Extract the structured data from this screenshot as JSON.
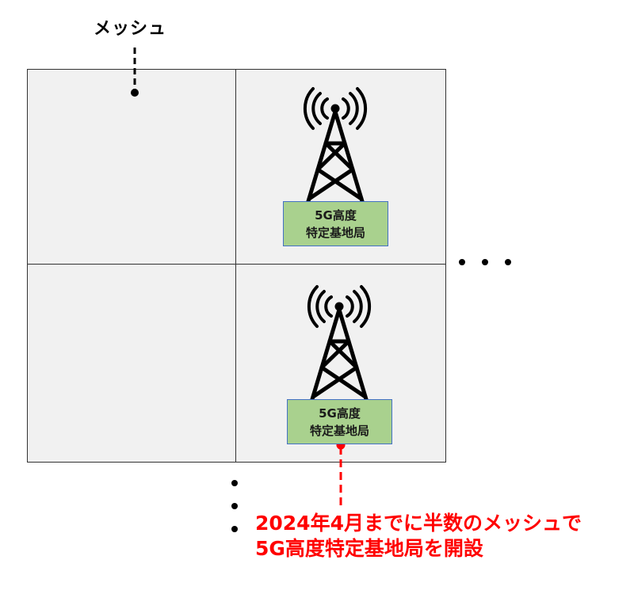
{
  "mesh_label": "メッシュ",
  "stations": [
    {
      "line1": "5G高度",
      "line2": "特定基地局"
    },
    {
      "line1": "5G高度",
      "line2": "特定基地局"
    }
  ],
  "annotation": {
    "line1": "2024年4月までに半数のメッシュで",
    "line2": "5G高度特定基地局を開設"
  },
  "colors": {
    "cell_fill": "#f1f1f1",
    "label_fill": "#a9d18e",
    "label_border": "#4472c4",
    "annotation": "#ff0000"
  }
}
